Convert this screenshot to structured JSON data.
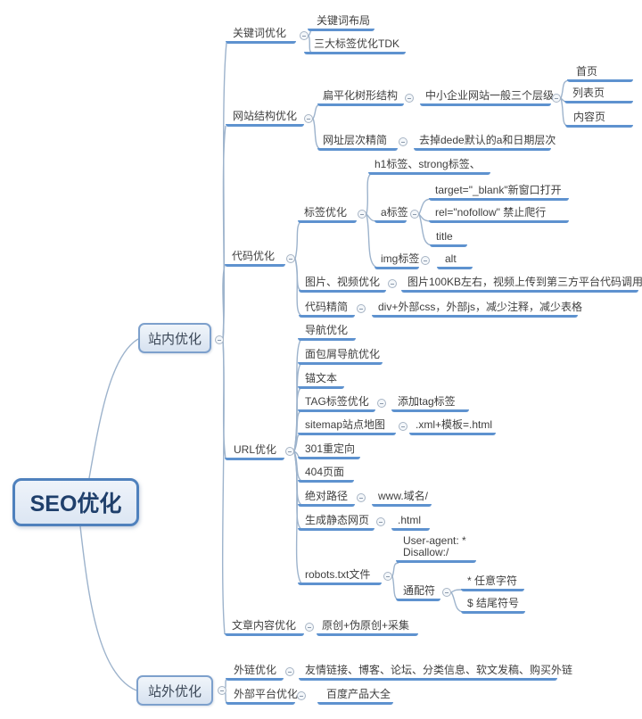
{
  "colors": {
    "branch_line": "#5e92cf",
    "curve_line": "#9db3cc",
    "box_border": "#4f81bd",
    "box_fill": "#dce6f3",
    "root_text": "#1f3f6b",
    "label_text": "#3f3f3f"
  },
  "mindmap": {
    "root": {
      "label": "SEO优化"
    },
    "onsite": {
      "label": "站内优化",
      "keyword": {
        "label": "关键词优化",
        "layout": {
          "label": "关键词布局"
        },
        "tdk": {
          "label": "三大标签优化TDK"
        }
      },
      "structure": {
        "label": "网站结构优化",
        "flat": {
          "label": "扁平化树形结构",
          "levels": {
            "label": "中小企业网站一般三个层级",
            "home": {
              "label": "首页"
            },
            "list": {
              "label": "列表页"
            },
            "content": {
              "label": "内容页"
            }
          }
        },
        "simplify": {
          "label": "网址层次精简",
          "dede": {
            "label": "去掉dede默认的a和日期层次"
          }
        }
      },
      "code": {
        "label": "代码优化",
        "tags": {
          "label": "标签优化",
          "h1": {
            "label": "h1标签、strong标签、"
          },
          "a": {
            "label": "a标签",
            "blank": {
              "label": "target=\"_blank\"新窗口打开"
            },
            "nofollow": {
              "label": "rel=\"nofollow\" 禁止爬行"
            },
            "title": {
              "label": "title"
            }
          },
          "img": {
            "label": "img标签",
            "alt": {
              "label": "alt"
            }
          }
        },
        "media": {
          "label": "图片、视频优化",
          "note": {
            "label": "图片100KB左右，视频上传到第三方平台代码调用"
          }
        },
        "lean": {
          "label": "代码精简",
          "note": {
            "label": "div+外部css，外部js，减少注释，减少表格"
          }
        }
      },
      "url": {
        "label": "URL优化",
        "nav": {
          "label": "导航优化"
        },
        "breadcrumb": {
          "label": "面包屑导航优化"
        },
        "anchor": {
          "label": "锚文本"
        },
        "tag": {
          "label": "TAG标签优化",
          "add": {
            "label": "添加tag标签"
          }
        },
        "sitemap": {
          "label": "sitemap站点地图",
          "note": {
            "label": ".xml+模板=.html"
          }
        },
        "redirect301": {
          "label": "301重定向"
        },
        "page404": {
          "label": "404页面"
        },
        "abspath": {
          "label": "绝对路径",
          "domain": {
            "label": "www.域名/"
          }
        },
        "static": {
          "label": "生成静态网页",
          "html": {
            "label": ".html"
          }
        },
        "robots": {
          "label": "robots.txt文件",
          "ua": {
            "line1": "User-agent: *",
            "line2": "Disallow:/"
          },
          "wildcard": {
            "label": "通配符",
            "star": {
              "label": "* 任意字符"
            },
            "dollar": {
              "label": "$ 结尾符号"
            }
          }
        }
      },
      "article": {
        "label": "文章内容优化",
        "note": {
          "label": "原创+伪原创+采集"
        }
      }
    },
    "offsite": {
      "label": "站外优化",
      "backlink": {
        "label": "外链优化",
        "note": {
          "label": "友情链接、博客、论坛、分类信息、软文发稿、购买外链"
        }
      },
      "platform": {
        "label": "外部平台优化",
        "note": {
          "label": "百度产品大全"
        }
      }
    }
  }
}
